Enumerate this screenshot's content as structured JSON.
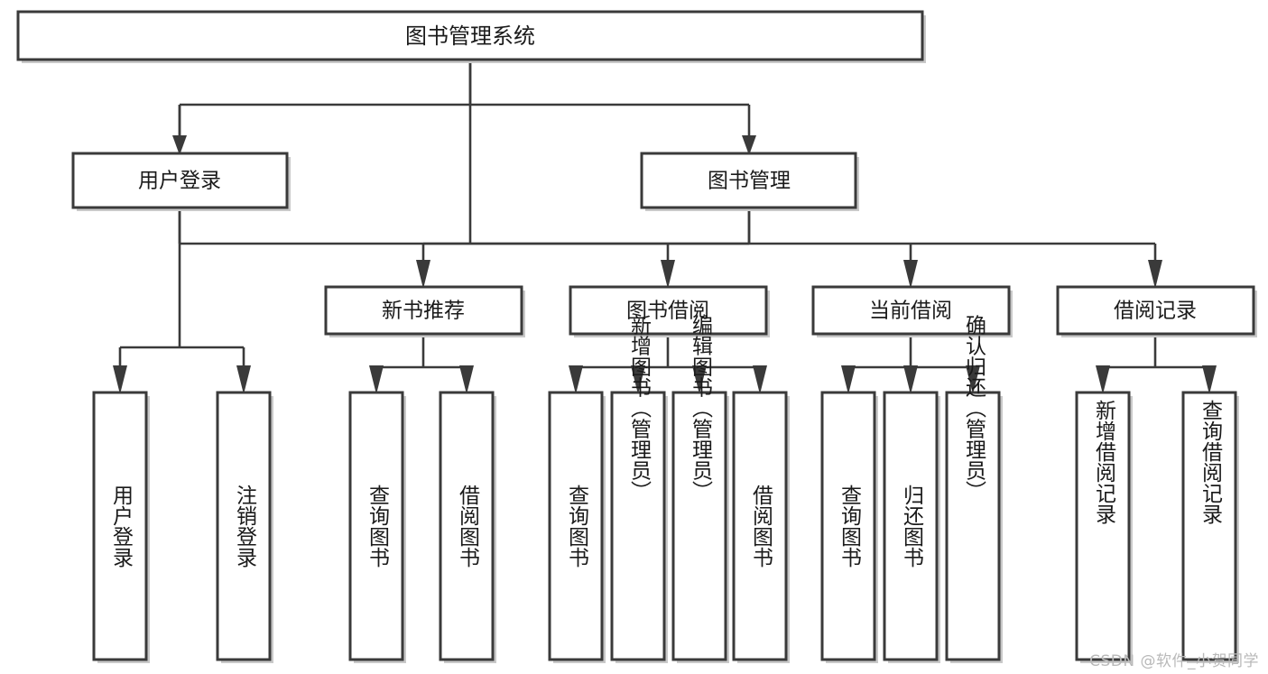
{
  "diagram": {
    "title": "图书管理系统",
    "type": "tree",
    "orientation": "top-down",
    "colors": {
      "box_fill": "#ffffff",
      "box_stroke": "#3a3a3a",
      "edge": "#3a3a3a",
      "text": "#1a1a1a",
      "watermark": "#b9b9b9",
      "background": "#ffffff"
    },
    "root": {
      "label": "图书管理系统"
    },
    "level2": [
      {
        "label": "用户登录"
      },
      {
        "label": "图书管理"
      }
    ],
    "level3": [
      {
        "label": "新书推荐"
      },
      {
        "label": "图书借阅"
      },
      {
        "label": "当前借阅"
      },
      {
        "label": "借阅记录"
      }
    ],
    "leaves": {
      "user_login": [
        {
          "label": "用户登录"
        },
        {
          "label": "注销登录"
        }
      ],
      "new_book_recommend": [
        {
          "label": "查询图书"
        },
        {
          "label": "借阅图书"
        }
      ],
      "book_borrow": [
        {
          "label": "查询图书"
        },
        {
          "label": "新增图书（管理员）"
        },
        {
          "label": "编辑图书（管理员）"
        },
        {
          "label": "借阅图书"
        }
      ],
      "current_borrow": [
        {
          "label": "查询图书"
        },
        {
          "label": "归还图书"
        },
        {
          "label": "确认归还（管理员）"
        }
      ],
      "borrow_record": [
        {
          "label": "新增借阅记录"
        },
        {
          "label": "查询借阅记录"
        }
      ]
    }
  },
  "watermark": {
    "text": "CSDN @软件_小贺同学"
  }
}
